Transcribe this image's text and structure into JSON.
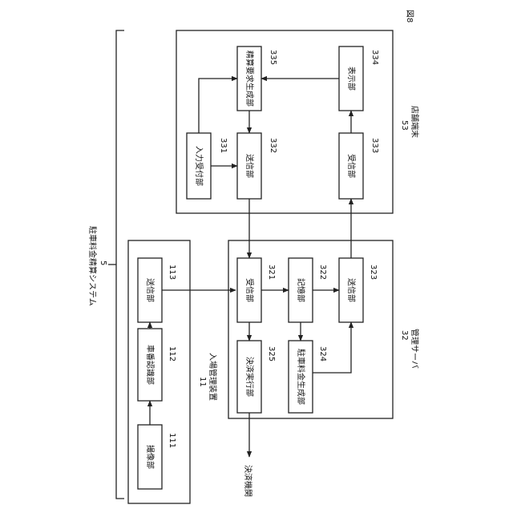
{
  "figure_label": "図8",
  "system": {
    "name": "駐車料金精算システム",
    "number": "5"
  },
  "entrance_device": {
    "name": "入場管理装置",
    "number": "11",
    "units": [
      {
        "label": "撮像部",
        "number": "111"
      },
      {
        "label": "車番認識部",
        "number": "112"
      },
      {
        "label": "送信部",
        "number": "113"
      }
    ]
  },
  "server": {
    "name": "管理サーバ",
    "number": "32",
    "units": [
      {
        "label": "受信部",
        "number": "321"
      },
      {
        "label": "記憶部",
        "number": "322"
      },
      {
        "label": "送信部",
        "number": "323"
      },
      {
        "label": "駐車料金生成部",
        "number": "324"
      },
      {
        "label": "決済実行部",
        "number": "325"
      }
    ]
  },
  "terminal": {
    "name": "店舗端末",
    "number": "53",
    "units": [
      {
        "label": "入力受付部",
        "number": "331"
      },
      {
        "label": "送信部",
        "number": "332"
      },
      {
        "label": "受信部",
        "number": "333"
      },
      {
        "label": "表示部",
        "number": "334"
      },
      {
        "label": "精算要求生成部",
        "number": "335"
      }
    ]
  },
  "external": {
    "label": "決済機関"
  }
}
